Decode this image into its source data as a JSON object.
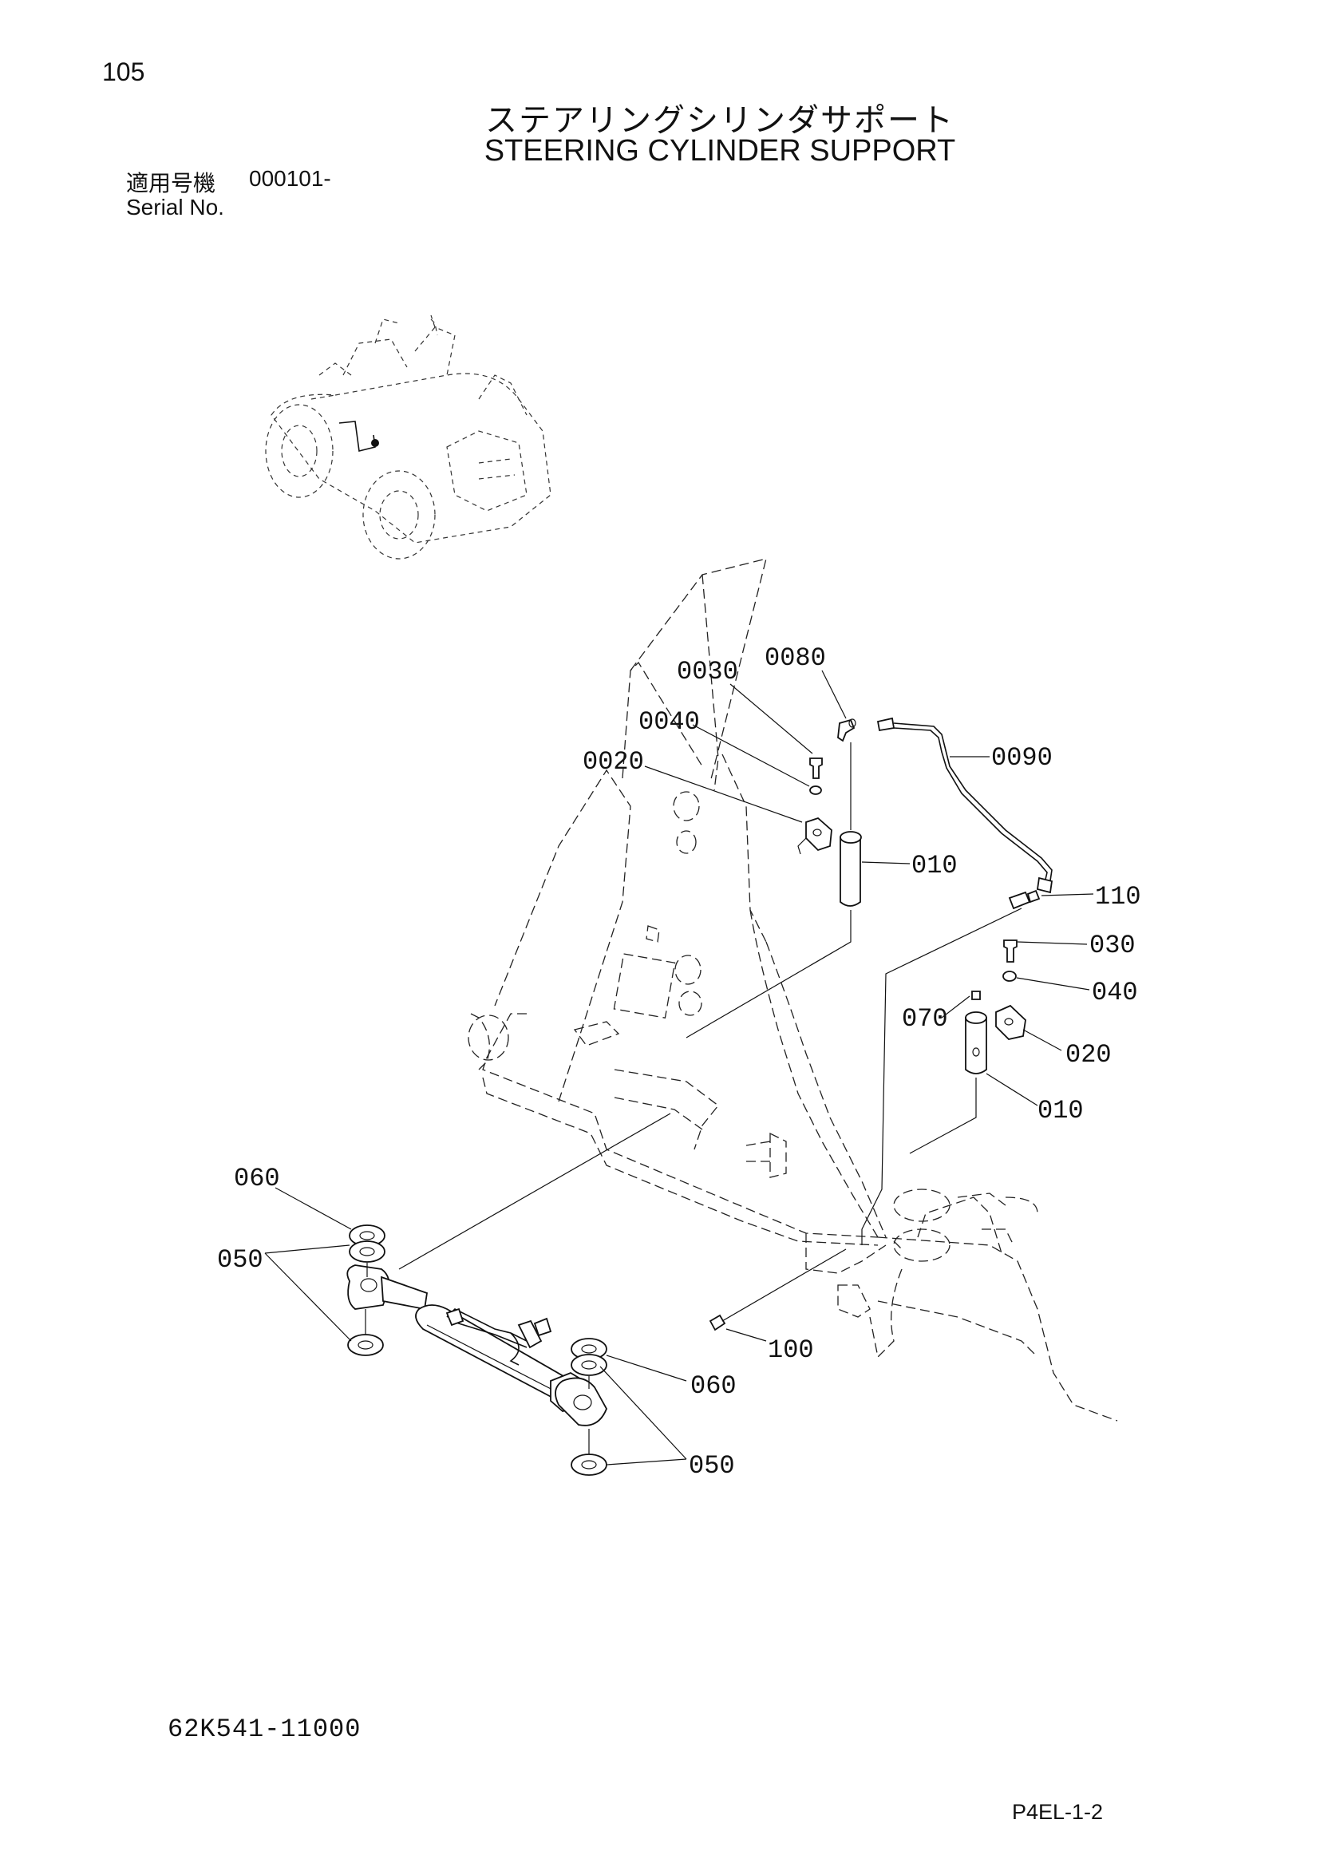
{
  "header": {
    "page_number": "105",
    "title_jp": "ステアリングシリンダサポート",
    "title_en": "STEERING CYLINDER SUPPORT",
    "serial_label_jp": "適用号機",
    "serial_value": "000101-",
    "serial_label_en": "Serial No."
  },
  "diagram": {
    "callouts": [
      "0030",
      "0080",
      "0040",
      "0090",
      "0020",
      "010",
      "110",
      "030",
      "040",
      "070",
      "020",
      "010",
      "060",
      "050",
      "060",
      "050",
      "100"
    ]
  },
  "footer": {
    "drawing_number": "62K541-11000",
    "sheet_code": "P4EL-1-2"
  }
}
